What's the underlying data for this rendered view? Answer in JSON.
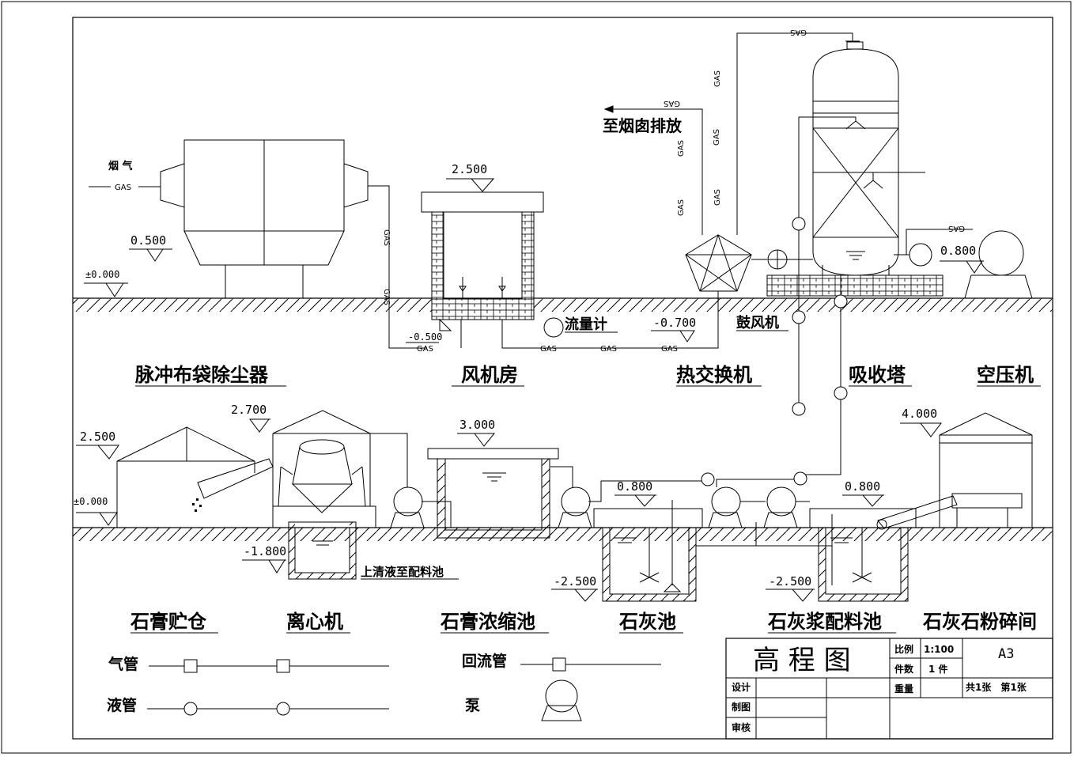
{
  "title_block": {
    "title": "高 程 图",
    "scale_label": "比例",
    "scale_value": "1:100",
    "count_label": "件数",
    "count_value": "1 件",
    "weight_label": "重量",
    "paper": "A3",
    "sheets": "共1张　第1张",
    "design": "设计",
    "draw": "制图",
    "review": "审核"
  },
  "labels": {
    "flue_gas": "烟 气",
    "to_chimney": "至烟囱排放",
    "flowmeter": "流量计",
    "blower": "鼓风机",
    "dust_collector": "脉冲布袋除尘器",
    "fan_room": "风机房",
    "heat_exchanger": "热交换机",
    "absorber": "吸收塔",
    "air_compressor": "空压机",
    "gypsum_silo": "石膏贮仓",
    "centrifuge": "离心机",
    "gypsum_thickener": "石膏浓缩池",
    "lime_pool": "石灰池",
    "slurry_pool": "石灰浆配料池",
    "limestone_crush": "石灰石粉碎间",
    "supernatant": "上清液至配料池"
  },
  "gas_tag": "GAS",
  "elevations": {
    "e0_top": "±0.000",
    "e050": "0.500",
    "e250_room": "2.500",
    "em050": "-0.500",
    "em070": "-0.700",
    "e080_comp": "0.800",
    "e270": "2.700",
    "e250_silo": "2.500",
    "e0_bottom": "±0.000",
    "em180": "-1.800",
    "e300": "3.000",
    "e080_lime": "0.800",
    "em250_a": "-2.500",
    "e080_slurry": "0.800",
    "em250_b": "-2.500",
    "e400": "4.000"
  },
  "legend": {
    "gas_pipe": "气管",
    "liquid_pipe": "液管",
    "return_pipe": "回流管",
    "pump": "泵"
  }
}
